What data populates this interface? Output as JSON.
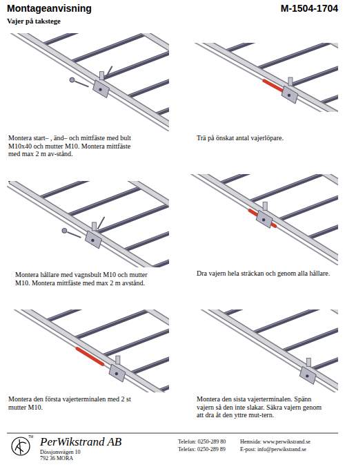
{
  "diagram": {
    "title": "Montageanvisning",
    "labels": [
      "M-1504-1704",
      "Vajer på takstege",
      "Montera start– , änd– och mittfäste med bult M10x40 och mutter M10. Montera mittfäste med max 2 m av-stånd.",
      "Trä på önskat antal vajerlöpare.",
      "Montera hållare med vagnsbult M10 och mutter M10. Montera mittfäste med max 2 m avstånd.",
      "Dra vajern hela sträckan och genom alla hållare.",
      "Montera den första vajerterminalen med 2 st mutter M10.",
      "Montera den sista vajerterminalen. Spänn vajern så den inte slakar. Säkra vajern genom att dra åt den yttre mut-tern.",
      "TM",
      "PerWikstrand AB",
      "Dössjonsvägen 10",
      "792 36 MORA",
      "Telefon: 0250-289 80",
      "Telefax: 0250-289 89",
      "Hemsida: www.perwikstrand.se",
      "E-post: info@perwikstrand.se"
    ]
  }
}
